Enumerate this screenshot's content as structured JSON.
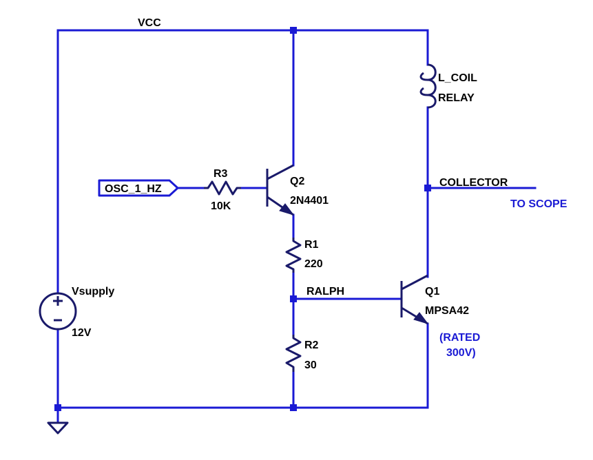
{
  "colors": {
    "wire": "#1a1ad4",
    "component": "#1a1a6a",
    "text": "#000000",
    "note": "#1a1ad4"
  },
  "nets": {
    "vcc": "VCC",
    "collector": "COLLECTOR",
    "ralph": "RALPH",
    "osc_port": "OSC_1_HZ",
    "scope_note": "TO SCOPE"
  },
  "components": {
    "r3": {
      "name": "R3",
      "value": "10K"
    },
    "q2": {
      "name": "Q2",
      "value": "2N4401"
    },
    "r1": {
      "name": "R1",
      "value": "220"
    },
    "r2": {
      "name": "R2",
      "value": "30"
    },
    "q1": {
      "name": "Q1",
      "value": "MPSA42",
      "note_line1": "(RATED",
      "note_line2": "300V)"
    },
    "coil": {
      "name": "L_COIL",
      "value": "RELAY"
    },
    "vsupply": {
      "name": "Vsupply",
      "value": "12V"
    }
  },
  "icons": {
    "ground": "ground-icon",
    "voltage_source": "voltage-source-icon"
  }
}
